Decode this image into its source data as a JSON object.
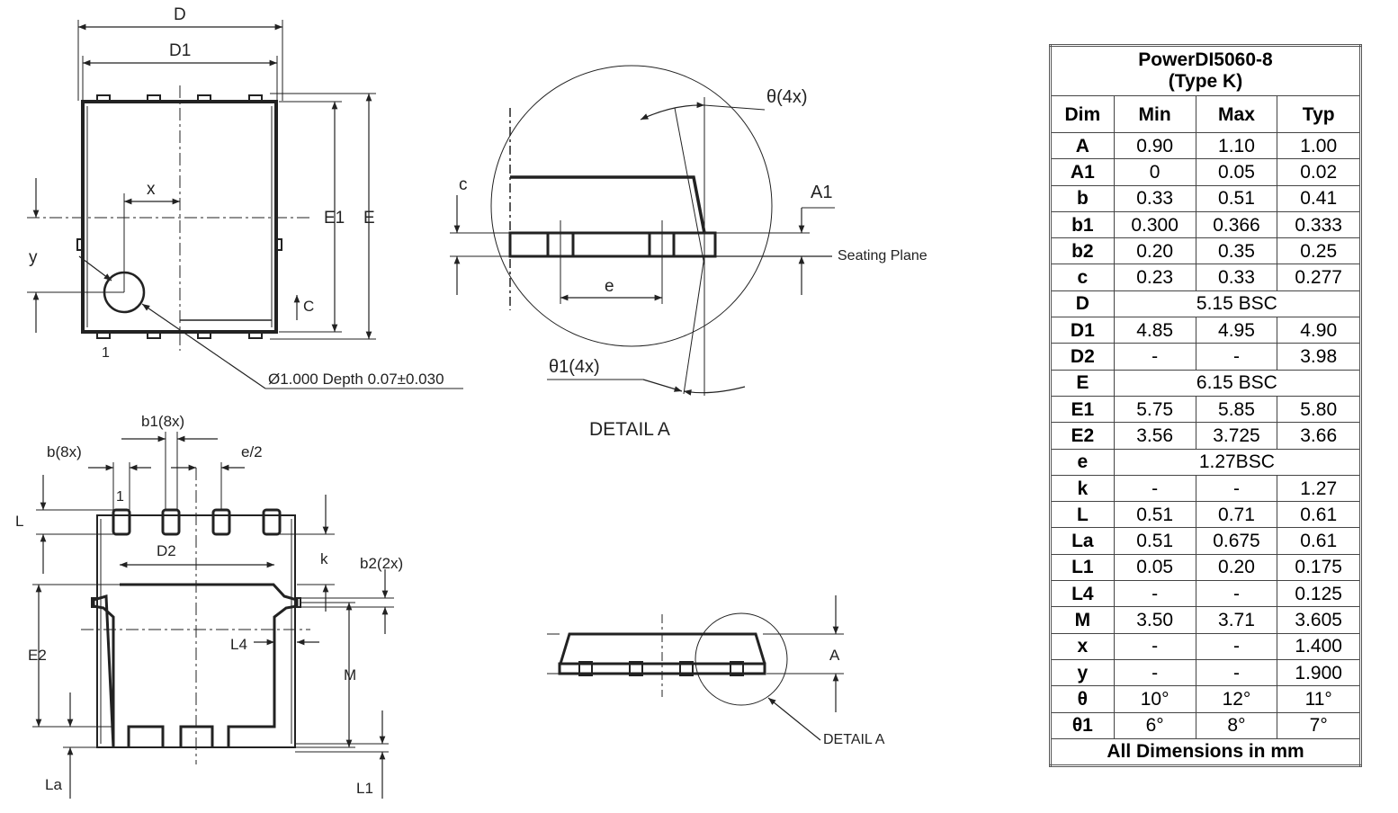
{
  "table": {
    "title_line1": "PowerDI5060-8",
    "title_line2": "(Type K)",
    "headers": [
      "Dim",
      "Min",
      "Max",
      "Typ"
    ],
    "rows": [
      [
        "A",
        "0.90",
        "1.10",
        "1.00"
      ],
      [
        "A1",
        "0",
        "0.05",
        "0.02"
      ],
      [
        "b",
        "0.33",
        "0.51",
        "0.41"
      ],
      [
        "b1",
        "0.300",
        "0.366",
        "0.333"
      ],
      [
        "b2",
        "0.20",
        "0.35",
        "0.25"
      ],
      [
        "c",
        "0.23",
        "0.33",
        "0.277"
      ],
      [
        "D",
        "5.15 BSC"
      ],
      [
        "D1",
        "4.85",
        "4.95",
        "4.90"
      ],
      [
        "D2",
        "-",
        "-",
        "3.98"
      ],
      [
        "E",
        "6.15 BSC"
      ],
      [
        "E1",
        "5.75",
        "5.85",
        "5.80"
      ],
      [
        "E2",
        "3.56",
        "3.725",
        "3.66"
      ],
      [
        "e",
        "1.27BSC"
      ],
      [
        "k",
        "-",
        "-",
        "1.27"
      ],
      [
        "L",
        "0.51",
        "0.71",
        "0.61"
      ],
      [
        "La",
        "0.51",
        "0.675",
        "0.61"
      ],
      [
        "L1",
        "0.05",
        "0.20",
        "0.175"
      ],
      [
        "L4",
        "-",
        "-",
        "0.125"
      ],
      [
        "M",
        "3.50",
        "3.71",
        "3.605"
      ],
      [
        "x",
        "-",
        "-",
        "1.400"
      ],
      [
        "y",
        "-",
        "-",
        "1.900"
      ],
      [
        "θ",
        "10°",
        "12°",
        "11°"
      ],
      [
        "θ1",
        "6°",
        "8°",
        "7°"
      ]
    ],
    "footer": "All Dimensions in mm"
  },
  "labels": {
    "D": "D",
    "D1": "D1",
    "E1": "E1",
    "E": "E",
    "x": "x",
    "y": "y",
    "C": "C",
    "pin1_top": "1",
    "hole_note": "Ø1.000 Depth 0.07±0.030",
    "theta4x": "θ(4x)",
    "c": "c",
    "A1": "A1",
    "seating_plane": "Seating Plane",
    "e": "e",
    "theta1_4x": "θ1(4x)",
    "detail_a": "DETAIL A",
    "b8x": "b(8x)",
    "b1_8x": "b1(8x)",
    "e_half": "e/2",
    "pin1_bottom": "1",
    "L": "L",
    "D2": "D2",
    "k": "k",
    "b2_2x": "b2(2x)",
    "E2": "E2",
    "L4": "L4",
    "M": "M",
    "La": "La",
    "L1": "L1",
    "A": "A",
    "detail_a_ref": "DETAIL A"
  }
}
